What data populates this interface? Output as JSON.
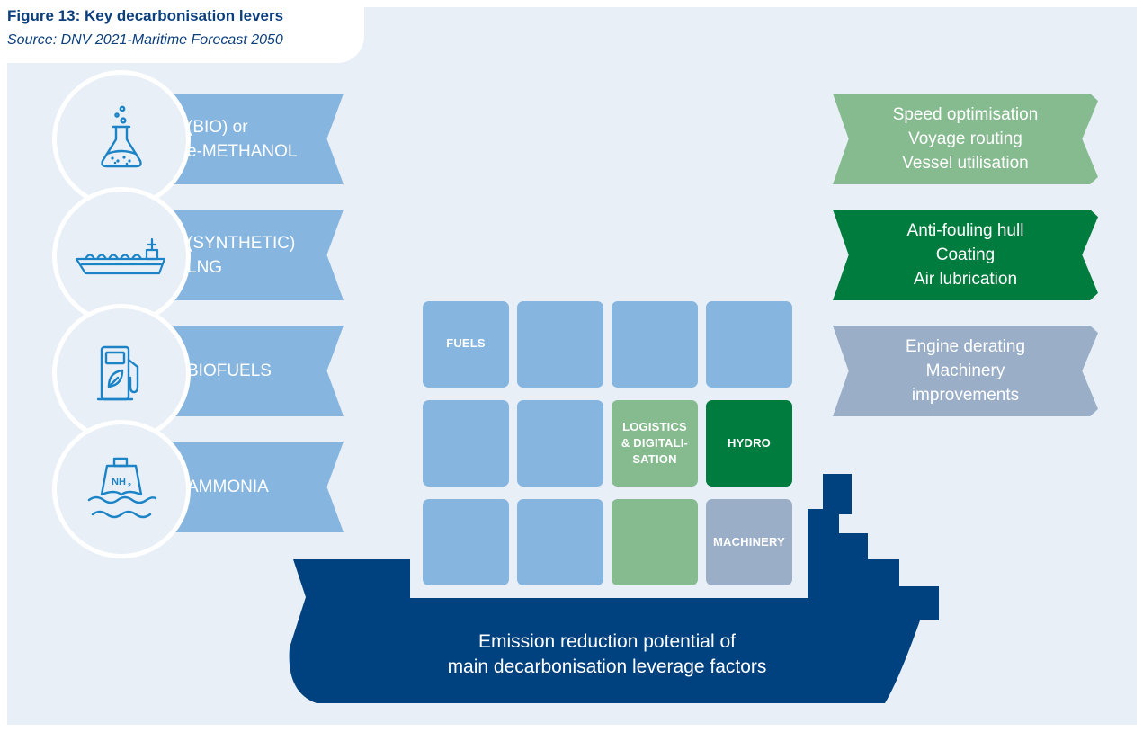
{
  "figure": {
    "title": "Figure 13: Key decarbonisation levers",
    "source": "Source: DNV 2021-Maritime Forecast 2050"
  },
  "fuel_levers": [
    {
      "line1": "(BIO) or",
      "line2": "e-METHANOL",
      "icon": "flask-icon"
    },
    {
      "line1": "(SYNTHETIC)",
      "line2": "LNG",
      "icon": "lng-tanker-icon"
    },
    {
      "line1": "BIOFUELS",
      "line2": "",
      "icon": "fuel-pump-leaf-icon"
    },
    {
      "line1": "AMMONIA",
      "line2": "",
      "icon": "nh2-ship-icon"
    }
  ],
  "other_levers": [
    {
      "lines": [
        "Speed optimisation",
        "Voyage routing",
        "Vessel utilisation"
      ],
      "color": "#86bb8f"
    },
    {
      "lines": [
        "Anti-fouling hull",
        "Coating",
        "Air lubrication"
      ],
      "color": "#007d3e"
    },
    {
      "lines": [
        "Engine derating",
        "Machinery",
        "improvements"
      ],
      "color": "#9aaec8"
    }
  ],
  "cells": {
    "fuels": "FUELS",
    "logistics": [
      "LOGISTICS",
      "& DIGITALI-",
      "SATION"
    ],
    "hydro": "HYDRO",
    "machinery": "MACHINERY"
  },
  "ship_caption": [
    "Emission reduction potential of",
    "main decarbonisation leverage factors"
  ],
  "icon_text": {
    "nh2": "NH",
    "nh2_sub": "2"
  },
  "colors": {
    "fuel_blue": "#86b5df",
    "logistics_green": "#86bb8f",
    "hydro_green": "#007d3e",
    "machinery_grey": "#9aaec8",
    "ship_navy": "#00427f",
    "background": "#e8eff7"
  }
}
